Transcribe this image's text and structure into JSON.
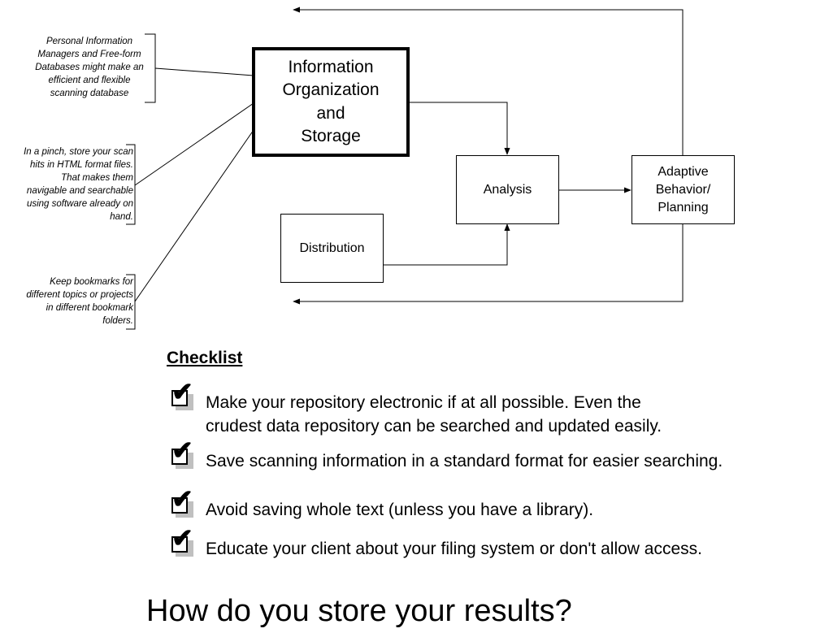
{
  "notes": [
    {
      "text": "Personal Information\nManagers and Free-form\nDatabases might make an\nefficient and flexible\nscanning database"
    },
    {
      "text": "In a pinch, store your scan\nhits in HTML format files.\nThat makes them\nnavigable and searchable\nusing software already on\nhand."
    },
    {
      "text": "Keep bookmarks for\ndifferent topics or projects\nin different bookmark\nfolders."
    }
  ],
  "boxes": {
    "storage": "Information\nOrganization\nand\nStorage",
    "analysis": "Analysis",
    "adaptive": "Adaptive\nBehavior/\nPlanning",
    "distribution": "Distribution"
  },
  "checklist": {
    "title": "Checklist",
    "check_glyph": "✔",
    "items": [
      {
        "text": "Make your repository electronic if at all possible. Even the\ncrudest data repository can be searched and updated easily.",
        "checked": true
      },
      {
        "text": "Save scanning information in a standard format for easier searching.",
        "checked": true
      },
      {
        "text": "Avoid saving whole text (unless you have a library).",
        "checked": true
      },
      {
        "text": "Educate your client about your filing system or don't allow access.",
        "checked": true
      }
    ]
  },
  "title": "How do you store your results?"
}
